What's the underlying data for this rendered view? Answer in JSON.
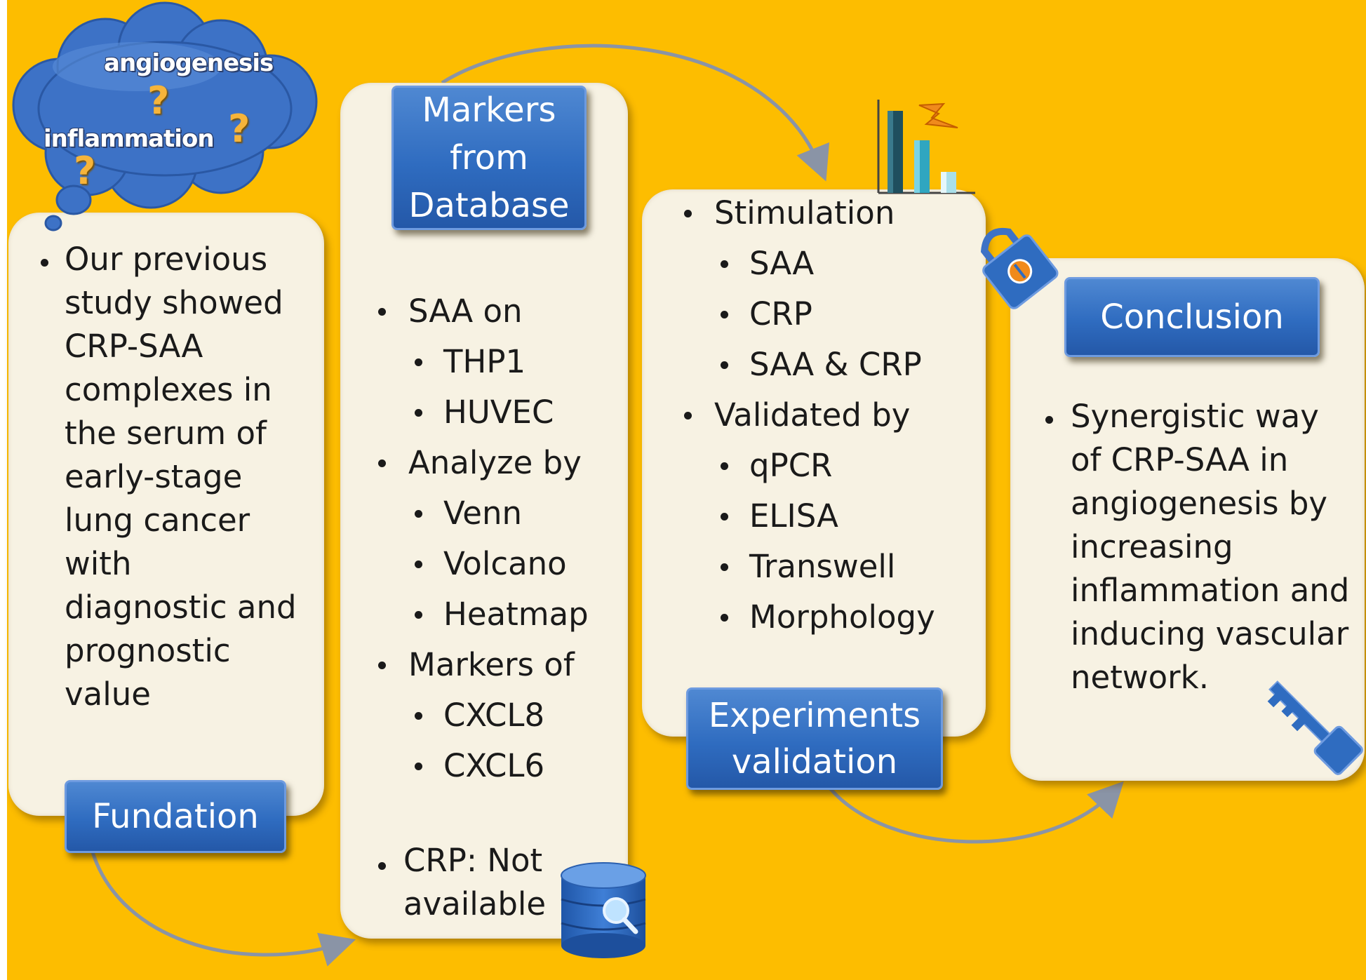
{
  "cloud": {
    "word_top": "angiogenesis",
    "word_bottom": "inflammation",
    "question_mark": "?"
  },
  "panels": {
    "fundation": {
      "title": "Fundation",
      "bullet_text": "Our previous study showed CRP-SAA complexes in the serum of early-stage lung cancer with diagnostic and prognostic value"
    },
    "markers": {
      "title_lines": [
        "Markers",
        "from",
        "Database"
      ],
      "items": [
        {
          "level": 1,
          "text": "SAA on"
        },
        {
          "level": 2,
          "text": "THP1"
        },
        {
          "level": 2,
          "text": "HUVEC"
        },
        {
          "level": 1,
          "text": "Analyze by"
        },
        {
          "level": 2,
          "text": "Venn"
        },
        {
          "level": 2,
          "text": "Volcano"
        },
        {
          "level": 2,
          "text": "Heatmap"
        },
        {
          "level": 1,
          "text": "Markers of"
        },
        {
          "level": 2,
          "text": "CXCL8"
        },
        {
          "level": 2,
          "text": "CXCL6"
        }
      ],
      "last_item": "CRP: Not available"
    },
    "experiments": {
      "title_lines": [
        "Experiments",
        "validation"
      ],
      "items": [
        {
          "level": 1,
          "text": "Stimulation"
        },
        {
          "level": 2,
          "text": "SAA"
        },
        {
          "level": 2,
          "text": "CRP"
        },
        {
          "level": 2,
          "text": "SAA & CRP"
        },
        {
          "level": 1,
          "text": "Validated by"
        },
        {
          "level": 2,
          "text": "qPCR"
        },
        {
          "level": 2,
          "text": "ELISA"
        },
        {
          "level": 2,
          "text": "Transwell"
        },
        {
          "level": 2,
          "text": "Morphology"
        }
      ]
    },
    "conclusion": {
      "title": "Conclusion",
      "bullet_text": "Synergistic way of CRP-SAA in angiogenesis by increasing inflammation and inducing vascular network."
    }
  },
  "icons": [
    "thought-cloud-icon",
    "database-search-icon",
    "bar-chart-icon",
    "lightning-icon",
    "padlock-icon",
    "key-icon"
  ],
  "colors": {
    "background": "#fdbd00",
    "panel": "#f7f2e3",
    "title_box": "#2f6cc0",
    "cloud": "#3d72c6",
    "arrow": "#8a94a6"
  }
}
